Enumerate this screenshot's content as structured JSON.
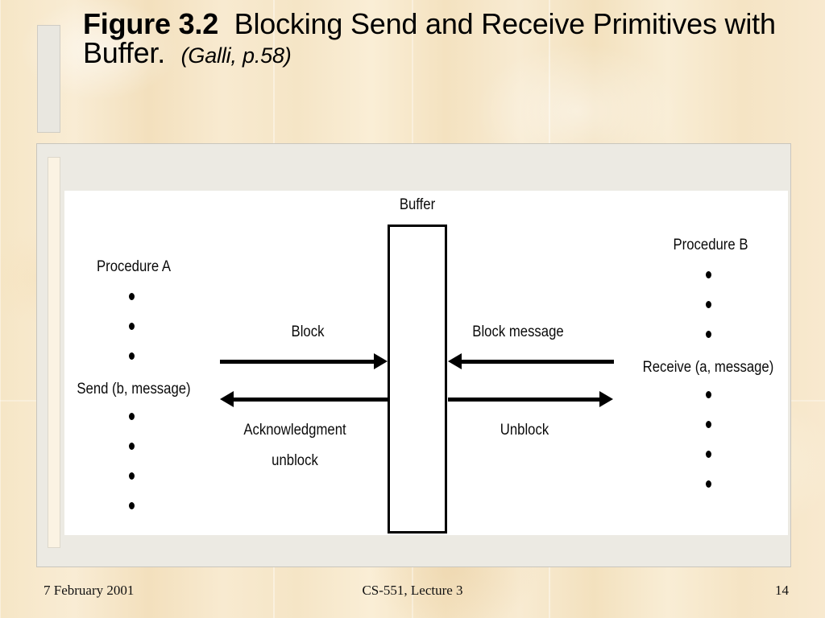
{
  "slide": {
    "title": {
      "bold_part": "Figure 3.2",
      "normal_part": "Blocking Send and Receive Primitives with Buffer.",
      "italic_part": "(Galli, p.58)"
    },
    "footer": {
      "date": "7 February 2001",
      "center": "CS-551, Lecture 3",
      "page_number": "14"
    }
  },
  "figure": {
    "buffer_label": "Buffer",
    "left_column": {
      "heading": "Procedure A",
      "dots_above": 3,
      "call": "Send (b, message)",
      "dots_below": 4
    },
    "right_column": {
      "heading": "Procedure B",
      "dots_above": 3,
      "call": "Receive (a, message)",
      "dots_below": 4
    },
    "arrows": {
      "left_in": {
        "label": "Block",
        "direction": "right"
      },
      "left_out": {
        "label_line1": "Acknowledgment",
        "label_line2": "unblock",
        "direction": "left"
      },
      "right_in": {
        "label": "Block message",
        "direction": "left"
      },
      "right_out": {
        "label": "Unblock",
        "direction": "right"
      }
    }
  },
  "colors": {
    "background": "#f6e6c6",
    "frame": "#eceae3",
    "canvas": "#ffffff",
    "ink": "#000000"
  }
}
